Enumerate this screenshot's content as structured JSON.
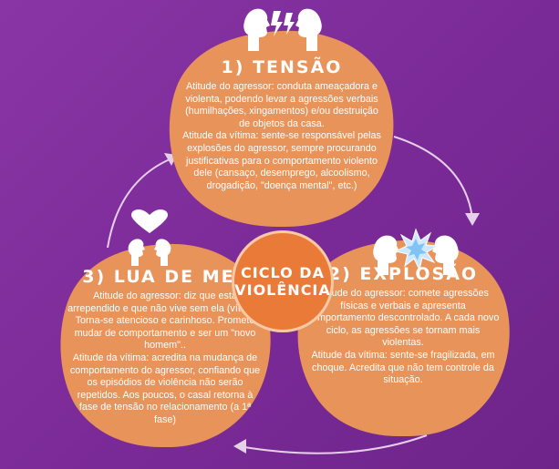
{
  "colors": {
    "background": "#7a2a97",
    "bubble": "#e8935a",
    "center": "#ea7a37",
    "text": "#ffffff"
  },
  "center": {
    "line1": "CICLO DA",
    "line2": "VIOLÊNCIA"
  },
  "phases": {
    "tension": {
      "title": "1) TENSÃO",
      "aggressor": "Atitude do agressor: conduta ameaçadora e violenta, podendo levar a agressões verbais (humilhações, xingamentos) e/ou destruição de objetos da casa.",
      "victim": "Atitude da vítima: sente-se responsável pelas explosões do agressor, sempre procurando justificativas para o comportamento violento dele (cansaço, desemprego, alcoolismo, drogadição, \"doença mental\", etc.)",
      "icon": "arguing-faces-lightning-icon"
    },
    "explosion": {
      "title": "2) EXPLOSÃO",
      "aggressor": "Atitude do agressor: comete agressões físicas e verbais e apresenta comportamento descontrolado. A cada novo ciclo, as agressões se tornam mais violentas.",
      "victim": "Atitude da vítima: sente-se fragilizada, em choque. Acredita que não tem controle da situação.",
      "icon": "faces-explosion-icon"
    },
    "honeymoon": {
      "title": "3) LUA DE MEL",
      "aggressor": "Atitude do agressor: diz que está arrependido e que não vive sem ela (vítima). Torna-se atencioso e carinhoso. Promete mudar de comportamento e ser um \"novo homem\"..",
      "victim": "Atitude da vítima: acredita na mudança de comportamento do agressor, confiando que os episódios de violência não serão repetidos. Aos poucos, o casal retorna à fase de tensão no relacionamento (a 1ª fase)",
      "icon": "faces-heart-icon"
    }
  }
}
